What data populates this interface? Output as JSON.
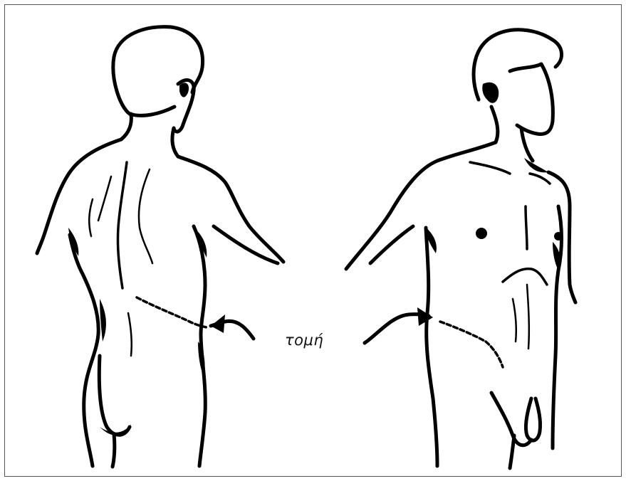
{
  "caption": "τομή",
  "colors": {
    "ink": "#000000",
    "background": "#ffffff",
    "frame": "#555555"
  },
  "figures": [
    "back-view-figure",
    "front-view-figure"
  ]
}
